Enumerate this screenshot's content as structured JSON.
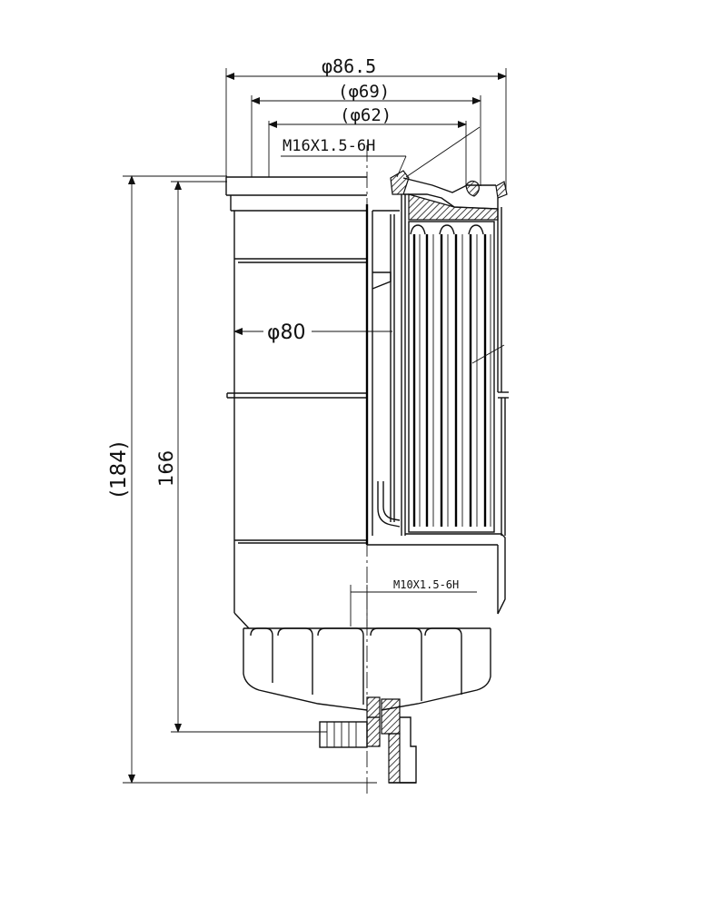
{
  "diagram": {
    "dimensions": {
      "outer_diameter": "φ86.5",
      "seal_diameter": "(φ69)",
      "inner_seal_diameter": "(φ62)",
      "top_thread": "M16X1.5-6H",
      "body_diameter": "φ80",
      "overall_height": "(184)",
      "body_height": "166",
      "drain_thread": "M10X1.5-6H"
    },
    "line_color": "#111111",
    "background_color": "#ffffff"
  }
}
